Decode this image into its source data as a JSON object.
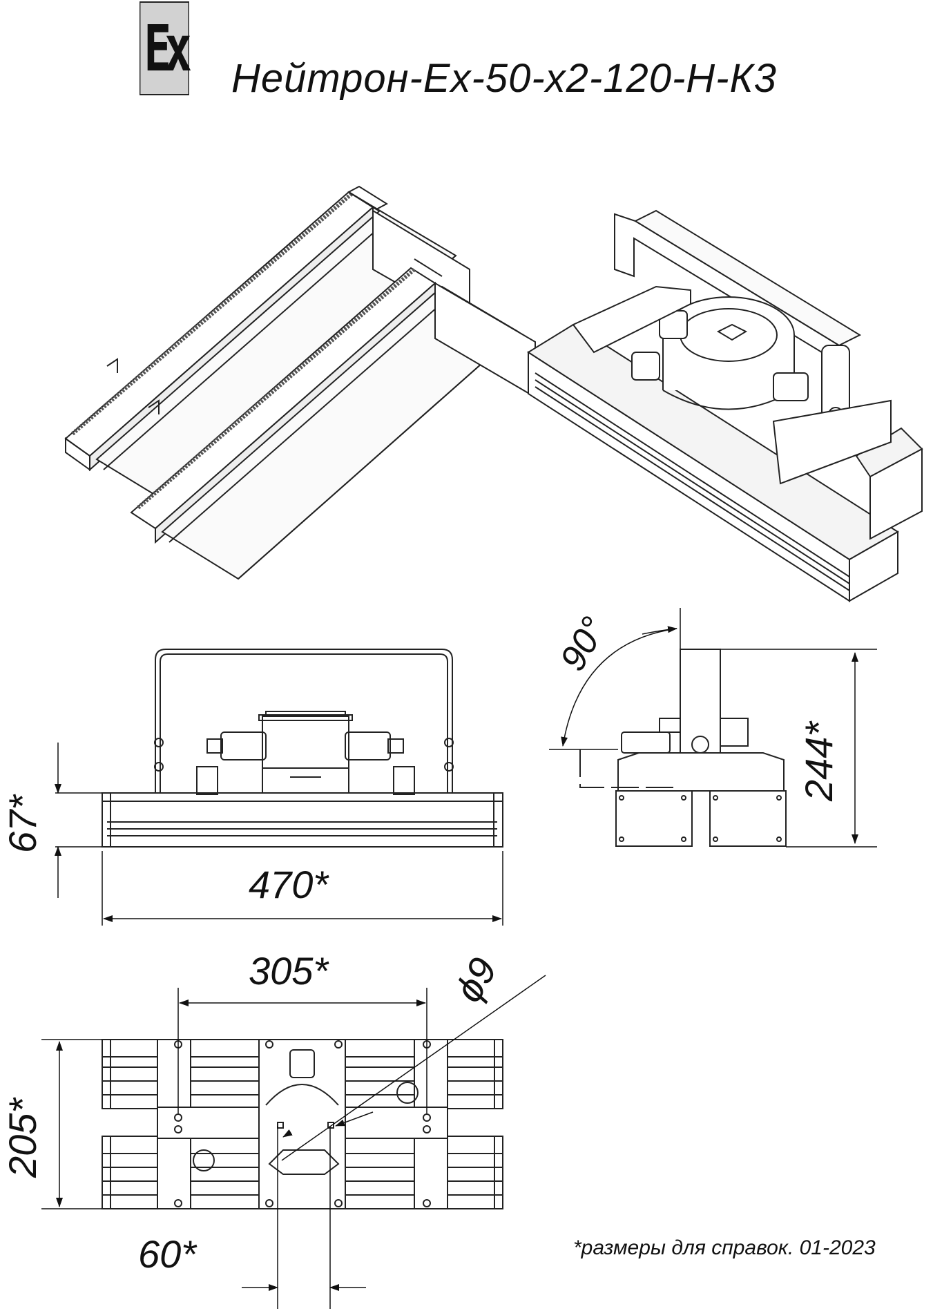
{
  "header": {
    "badge": "Ex",
    "model": "Нейтрон-Ex-50-x2-120-H-К3"
  },
  "dimensions": {
    "height": "67*",
    "length": "470*",
    "angle": "90°",
    "total_height": "244*",
    "mount_spacing": "305*",
    "hole_diameter": "ϕ9",
    "width": "205*",
    "center_spacing": "60*"
  },
  "footnote": "*размеры для справок. 01-2023"
}
